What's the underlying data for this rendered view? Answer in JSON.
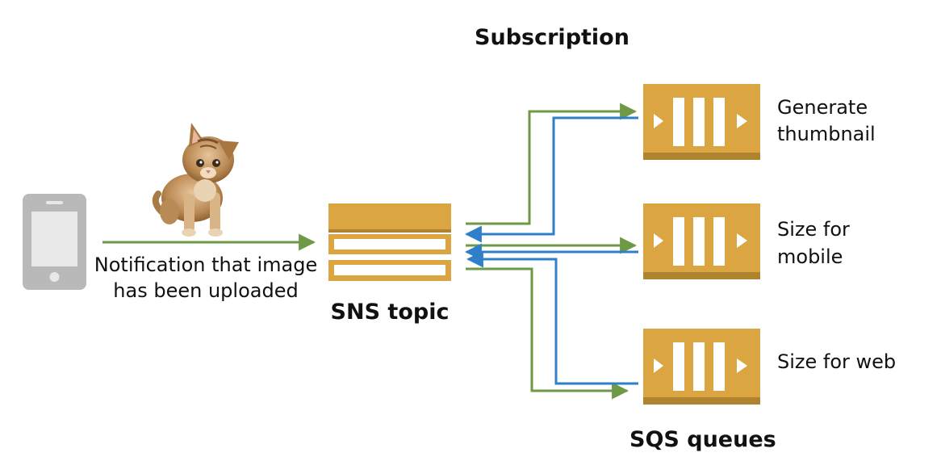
{
  "labels": {
    "subscription": "Subscription",
    "notification_line1": "Notification that image",
    "notification_line2": "has been uploaded",
    "sns_topic": "SNS topic",
    "sqs_queues": "SQS queues",
    "queues": [
      {
        "line1": "Generate",
        "line2": "thumbnail"
      },
      {
        "line1": "Size for",
        "line2": "mobile"
      },
      {
        "line1": "Size for web",
        "line2": ""
      }
    ]
  },
  "icons": {
    "phone": "mobile-phone-icon",
    "kitten": "kitten-photo",
    "sns": "sns-topic-icon",
    "sqs": "sqs-queue-icon"
  },
  "colors": {
    "aws_gold": "#DBA541",
    "aws_gold_dark": "#B0842E",
    "publish_arrow": "#6E9A46",
    "subscribe_arrow": "#2F80C8",
    "phone_gray": "#B9B9B9"
  }
}
